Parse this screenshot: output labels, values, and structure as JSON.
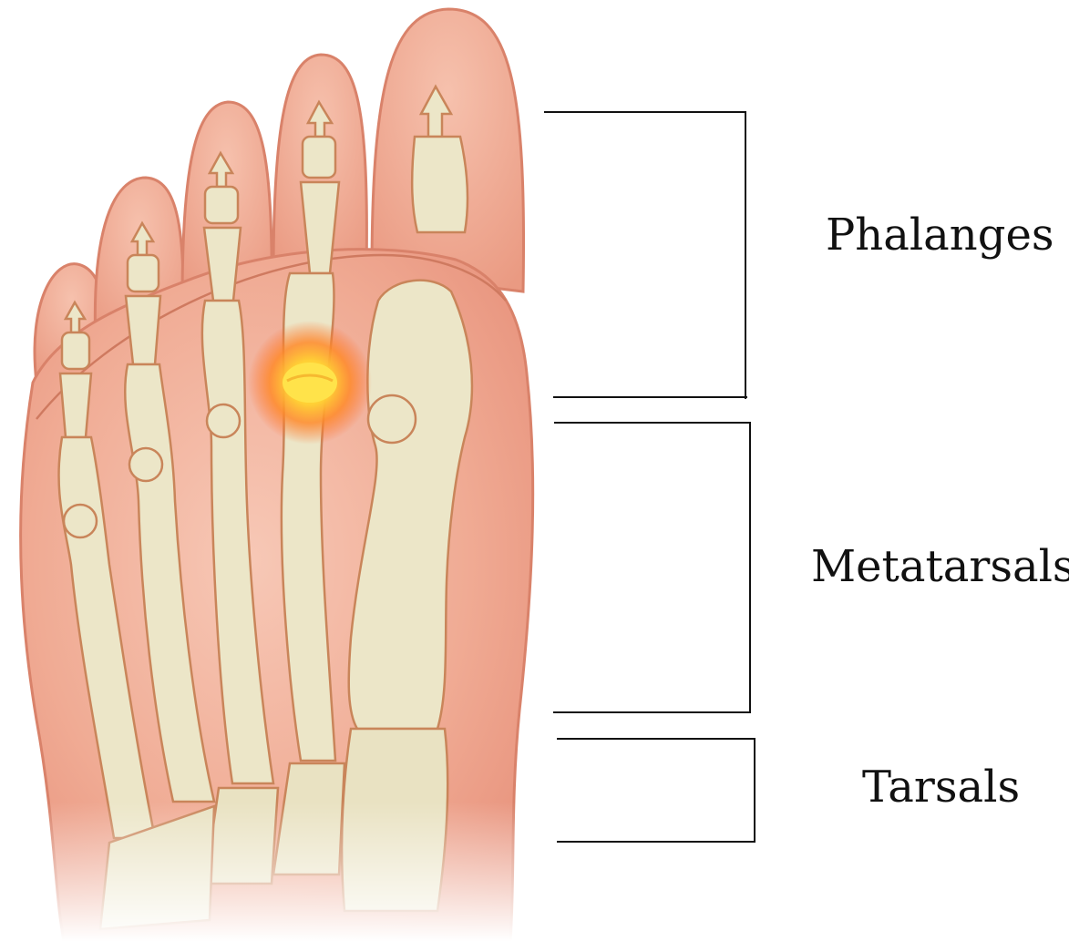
{
  "diagram": {
    "regions": [
      {
        "id": "phalanges",
        "label": "Phalanges"
      },
      {
        "id": "metatarsals",
        "label": "Metatarsals"
      },
      {
        "id": "tarsals",
        "label": "Tarsals"
      }
    ],
    "pain_highlight": {
      "location": "second metatarsophalangeal joint",
      "colors": {
        "core": "#ffe34a",
        "glow": "#ff8a2a"
      }
    },
    "colors": {
      "skin": "#efa58f",
      "skin_light": "#f6c2b0",
      "bone": "#ece6c8",
      "bone_outline": "#c9855a",
      "bracket": "#111111"
    }
  }
}
